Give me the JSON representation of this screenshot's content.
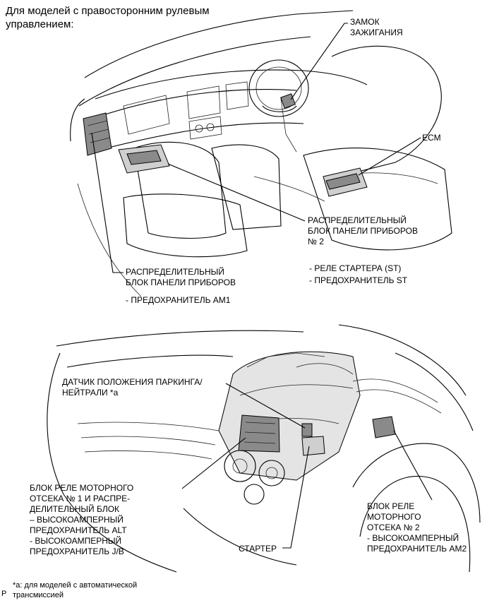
{
  "title": "Для моделей с правосторонним рулевым\nуправлением:",
  "labels": {
    "ignition_lock": "ЗАМОК\nЗАЖИГАНИЯ",
    "ecm": "ECM",
    "ip_jb2": "РАСПРЕДЕЛИТЕЛЬНЫЙ\nБЛОК ПАНЕЛИ ПРИБОРОВ\n№ 2",
    "ip_jb2_items": "- РЕЛЕ СТАРТЕРА (ST)\n- ПРЕДОХРАНИТЕЛЬ ST",
    "ip_jb": "РАСПРЕДЕЛИТЕЛЬНЫЙ\nБЛОК ПАНЕЛИ ПРИБОРОВ",
    "ip_jb_items": "- ПРЕДОХРАНИТЕЛЬ AM1",
    "pn_sensor": "ДАТЧИК ПОЛОЖЕНИЯ ПАРКИНГА/\nНЕЙТРАЛИ *а",
    "engine_relay1": "БЛОК РЕЛЕ МОТОРНОГО\nОТСЕКА № 1 И РАСПРЕ-\nДЕЛИТЕЛЬНЫЙ БЛОК\n– ВЫСОКОАМПЕРНЫЙ\nПРЕДОХРАНИТЕЛЬ ALT\n- ВЫСОКОАМПЕРНЫЙ\nПРЕДОХРАНИТЕЛЬ J/B",
    "starter": "СТАРТЕР",
    "engine_relay2": "БЛОК РЕЛЕ\nМОТОРНОГО\nОТСЕКА № 2\n- ВЫСОКОАМПЕРНЫЙ\nПРЕДОХРАНИТЕЛЬ AM2",
    "footnote": "*а: для моделей с автоматической\nтрансмиссией",
    "corner_mark": "P"
  }
}
